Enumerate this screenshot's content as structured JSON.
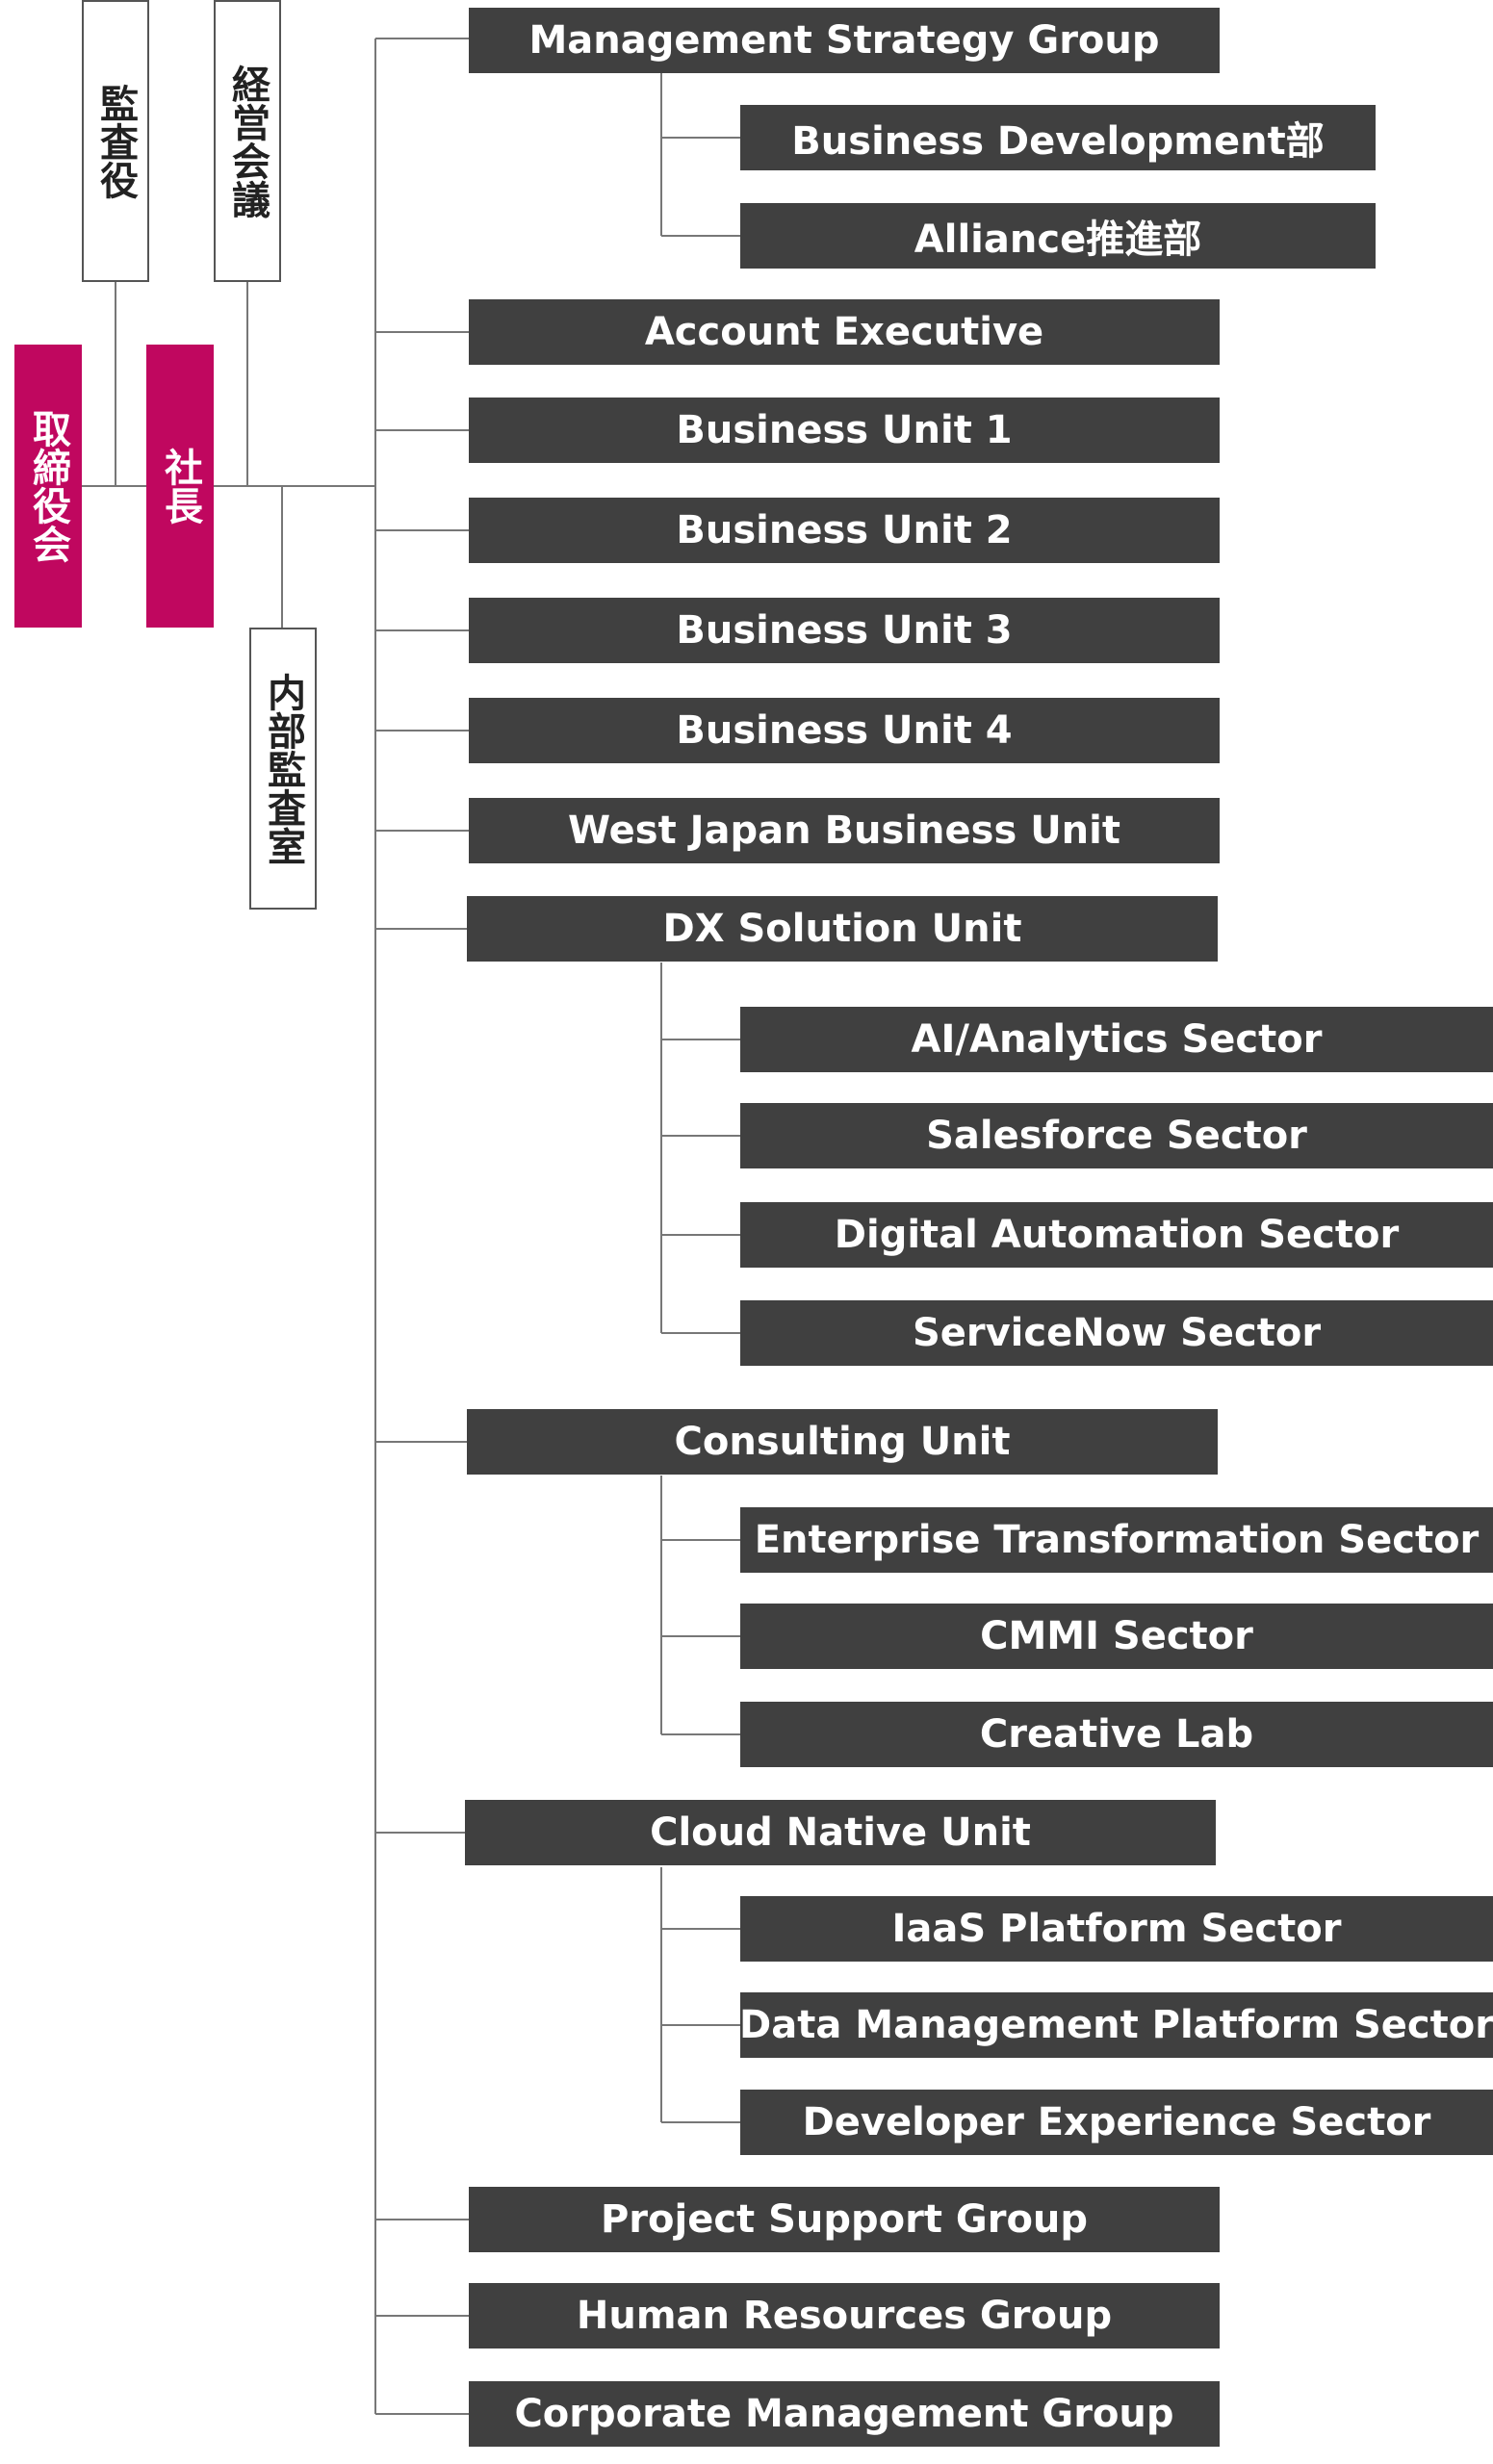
{
  "colors": {
    "accent": "#C0075F",
    "box": "#404040",
    "line": "#777777"
  },
  "governance": {
    "board": "取締役会",
    "president": "社長",
    "auditor": "監査役",
    "exec_meeting": "経営会議",
    "internal_audit": "内部監査室"
  },
  "org": {
    "management_strategy": "Management Strategy Group",
    "business_development": "Business Development部",
    "alliance": "Alliance推進部",
    "account_executive": "Account Executive",
    "business_unit_1": "Business Unit 1",
    "business_unit_2": "Business Unit 2",
    "business_unit_3": "Business Unit 3",
    "business_unit_4": "Business Unit 4",
    "west_japan": "West Japan Business Unit",
    "dx_solution": "DX Solution Unit",
    "ai_analytics": "AI/Analytics Sector",
    "salesforce": "Salesforce Sector",
    "digital_automation": "Digital Automation Sector",
    "servicenow": "ServiceNow Sector",
    "consulting": "Consulting Unit",
    "enterprise_transformation": "Enterprise Transformation Sector",
    "cmmi": "CMMI Sector",
    "creative_lab": "Creative Lab",
    "cloud_native": "Cloud Native Unit",
    "iaas_platform": "IaaS Platform Sector",
    "data_management": "Data Management Platform Sector",
    "developer_experience": "Developer Experience Sector",
    "project_support": "Project Support Group",
    "human_resources": "Human Resources Group",
    "corporate_management": "Corporate Management Group"
  }
}
